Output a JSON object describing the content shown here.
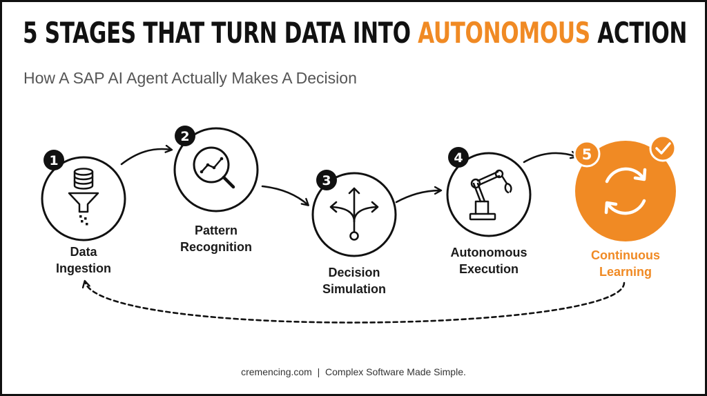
{
  "header": {
    "title_before": "5 STAGES THAT TURN DATA INTO ",
    "title_accent": "AUTONOMOUS",
    "title_after": " ACTION",
    "subtitle": "How A SAP AI Agent Actually Makes A Decision"
  },
  "stages": [
    {
      "number": "1",
      "label_line1": "Data",
      "label_line2": "Ingestion",
      "icon": "database-funnel-icon"
    },
    {
      "number": "2",
      "label_line1": "Pattern",
      "label_line2": "Recognition",
      "icon": "magnifier-chart-icon"
    },
    {
      "number": "3",
      "label_line1": "Decision",
      "label_line2": "Simulation",
      "icon": "branching-arrows-icon"
    },
    {
      "number": "4",
      "label_line1": "Autonomous",
      "label_line2": "Execution",
      "icon": "robot-arm-icon"
    },
    {
      "number": "5",
      "label_line1": "Continuous",
      "label_line2": "Learning",
      "icon": "refresh-cycle-icon"
    }
  ],
  "colors": {
    "accent": "#F08A24",
    "ink": "#111111",
    "subtitle": "#555555"
  },
  "footer": {
    "text": "cremencing.com  |  Complex Software Made Simple."
  }
}
